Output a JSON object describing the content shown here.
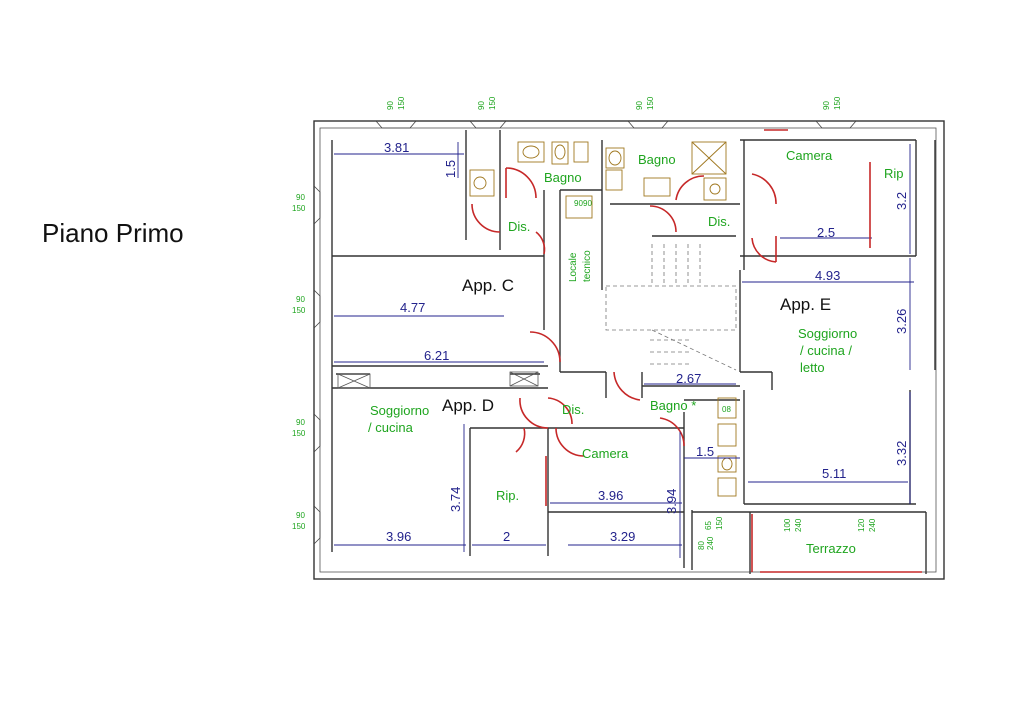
{
  "title": "Piano Primo",
  "apartments": {
    "c": "App. C",
    "d": "App. D",
    "e": "App. E"
  },
  "rooms": {
    "bagno_c": "Bagno",
    "bagno_top": "Bagno",
    "camera_e": "Camera",
    "rip_e": "Rip",
    "dis_c": "Dis.",
    "dis_top": "Dis.",
    "locale_1": "Locale",
    "locale_2": "tecnico",
    "soggiorno_e_1": "Soggiorno",
    "soggiorno_e_2": "/ cucina /",
    "soggiorno_e_3": "letto",
    "soggiorno_d_1": "Soggiorno",
    "soggiorno_d_2": "/ cucina",
    "dis_d": "Dis.",
    "bagno_d": "Bagno *",
    "camera_d": "Camera",
    "rip_d": "Rip.",
    "terrazzo": "Terrazzo"
  },
  "dimensions": {
    "d381": "3.81",
    "d15a": "1.5",
    "d477": "4.77",
    "d621": "6.21",
    "d25": "2.5",
    "d32": "3.2",
    "d493": "4.93",
    "d326": "3.26",
    "d267": "2.67",
    "d15b": "1.5",
    "d332": "3.32",
    "d511": "5.11",
    "d374": "3.74",
    "d396a": "3.96",
    "d2": "2",
    "d396b": "3.96",
    "d394": "3.94",
    "d329": "3.29"
  },
  "windows": {
    "w1a": "90",
    "w1b": "150",
    "w2a": "90",
    "w2b": "150",
    "w3a": "90",
    "w3b": "150",
    "w4a": "90",
    "w4b": "150",
    "l1a": "90",
    "l1b": "150",
    "l2a": "90",
    "l2b": "150",
    "l3a": "90",
    "l3b": "150",
    "l4a": "90",
    "l4b": "150",
    "s1a": "80",
    "s1b": "240",
    "s2a": "65",
    "s2b": "150",
    "s3a": "100",
    "s3b": "240",
    "s4a": "120",
    "s4b": "240"
  },
  "fixture_labels": {
    "f1": "90",
    "f2": "90",
    "f3": "08"
  }
}
